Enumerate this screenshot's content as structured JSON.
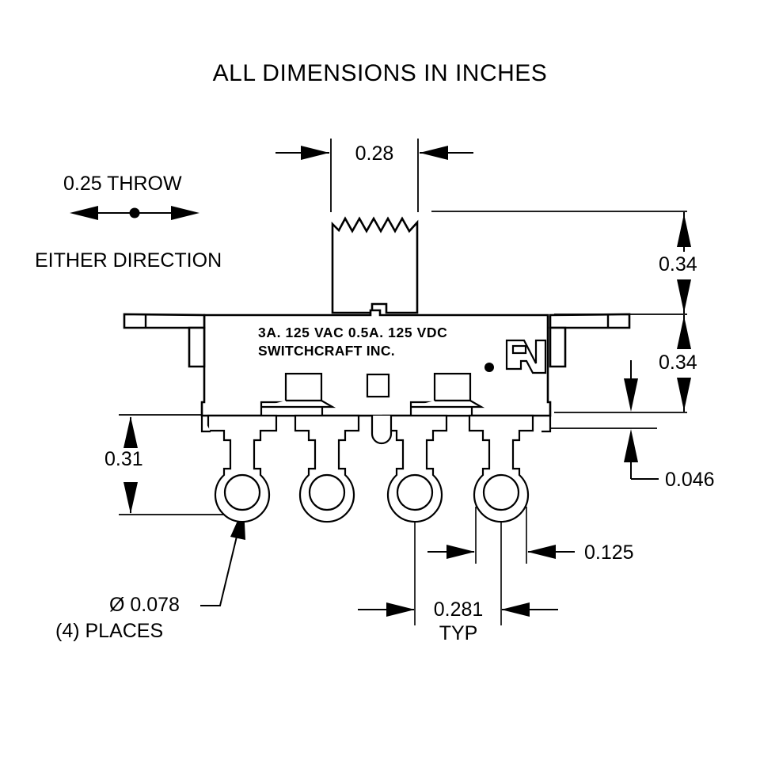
{
  "title": "ALL DIMENSIONS IN INCHES",
  "notes": {
    "throw": "0.25 THROW",
    "direction": "EITHER DIRECTION",
    "hole_dia": "Ø 0.078",
    "hole_places": "(4) PLACES",
    "typ_suffix": "TYP"
  },
  "body_markings": {
    "line1": "3A. 125 VAC 0.5A. 125 VDC",
    "line2": "SWITCHCRAFT INC.",
    "logo": "ul-recognized-mark"
  },
  "dimensions": {
    "actuator_width": "0.28",
    "upper_height": "0.34",
    "lower_height": "0.34",
    "terminal_drop": "0.31",
    "board_gap": "0.046",
    "terminal_offset": "0.125",
    "terminal_pitch": "0.281"
  },
  "colors": {
    "line": "#000000",
    "background": "#ffffff"
  }
}
